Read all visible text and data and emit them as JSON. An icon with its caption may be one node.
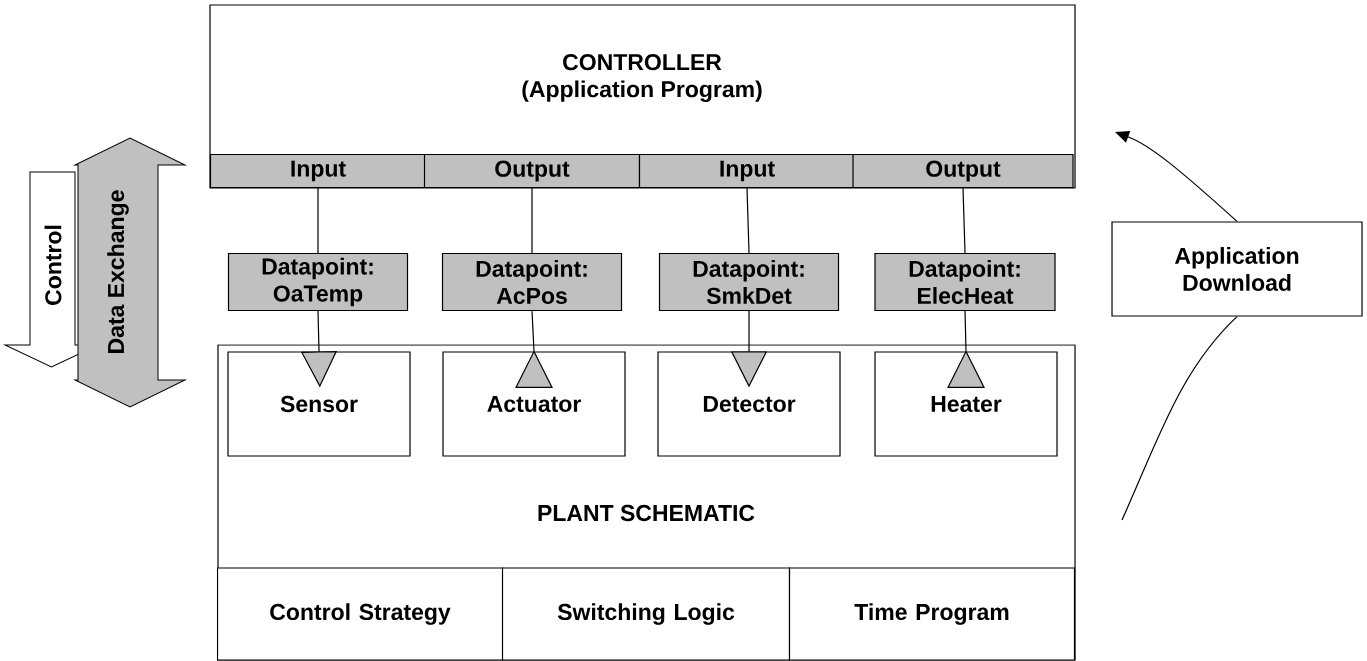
{
  "diagram": {
    "nodes": [
      {
        "text": [
          "CONTROLLER",
          "(Application Program)"
        ]
      },
      {
        "text": [
          "Input"
        ],
        "in": 0
      },
      {
        "text": [
          "Output"
        ],
        "in": 0
      },
      {
        "text": [
          "Input"
        ],
        "in": 0
      },
      {
        "text": [
          "Output"
        ],
        "in": 0
      },
      {
        "text": [
          "Datapoint: OaTemp"
        ]
      },
      {
        "text": [
          "Datapoint: AcPos"
        ]
      },
      {
        "text": [
          "Datapoint: SmkDet"
        ]
      },
      {
        "text": [
          "Datapoint: ElecHeat"
        ]
      },
      {
        "text": [
          "PLANT SCHEMATIC"
        ]
      },
      {
        "text": [
          "Sensor"
        ],
        "in": 9
      },
      {
        "text": [
          "Actuator"
        ],
        "in": 9
      },
      {
        "text": [
          "Detector"
        ],
        "in": 9
      },
      {
        "text": [
          "Heater"
        ],
        "in": 9
      },
      {
        "text": [
          "Control Strategy"
        ],
        "in": 9
      },
      {
        "text": [
          "Switching Logic"
        ],
        "in": 9
      },
      {
        "text": [
          "Time Program"
        ],
        "in": 9
      },
      {
        "text": [
          "Application Download"
        ]
      }
    ],
    "labels": [
      "Control",
      "Data Exchange"
    ],
    "edges": [
      {
        "from": 1,
        "to": 5,
        "arrow": "none"
      },
      {
        "from": 2,
        "to": 6,
        "arrow": "none"
      },
      {
        "from": 3,
        "to": 7,
        "arrow": "none"
      },
      {
        "from": 4,
        "to": 8,
        "arrow": "none"
      },
      {
        "from": 5,
        "to": 10,
        "arrow": "to"
      },
      {
        "from": 11,
        "to": 6,
        "arrow": "to"
      },
      {
        "from": 7,
        "to": 12,
        "arrow": "to"
      },
      {
        "from": 13,
        "to": 8,
        "arrow": "to"
      },
      {
        "from": null,
        "to": 17,
        "arrow": "none"
      },
      {
        "from": 17,
        "to": null,
        "arrow": "to"
      }
    ]
  }
}
